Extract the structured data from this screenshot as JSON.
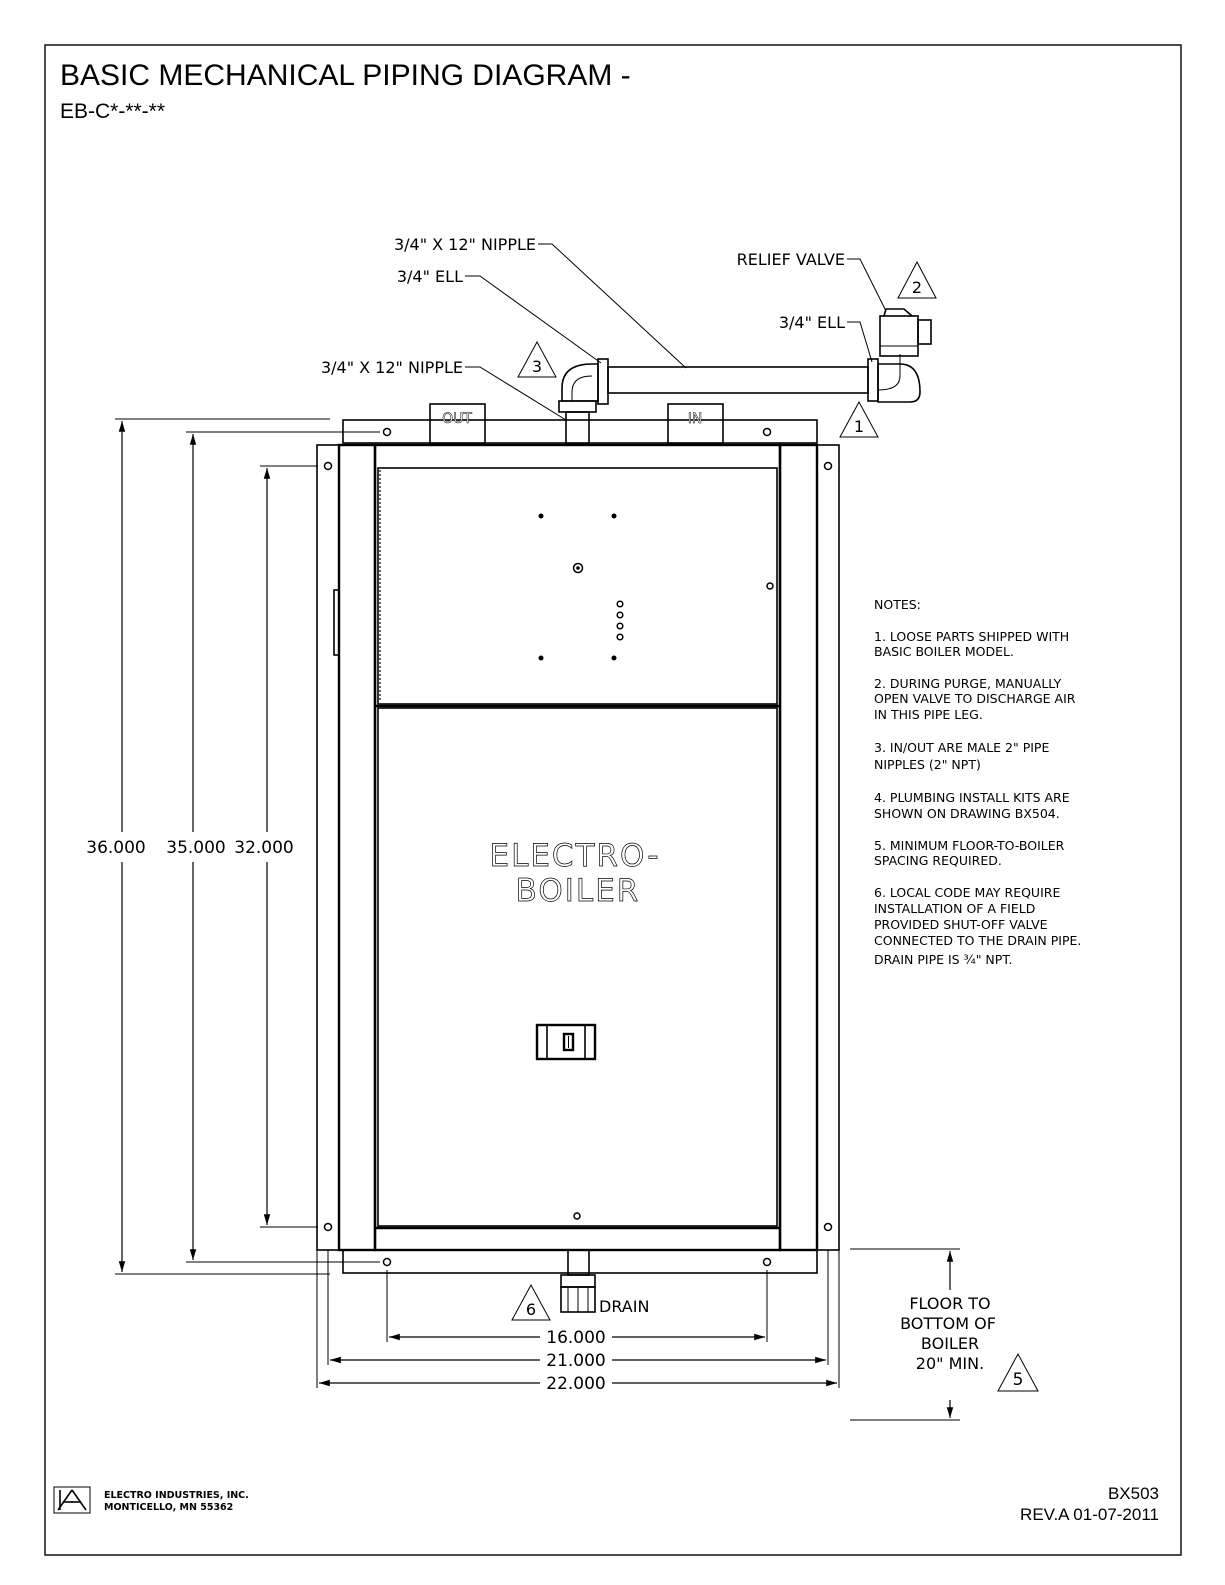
{
  "title": "BASIC MECHANICAL PIPING DIAGRAM -",
  "subtitle": "EB-C*-**-**",
  "callouts": {
    "nipple_top": "3/4\" X 12\" NIPPLE",
    "ell_left": "3/4\" ELL",
    "nipple_vertical": "3/4\" X 12\" NIPPLE",
    "relief_valve": "RELIEF VALVE",
    "ell_right": "3/4\" ELL",
    "drain": "DRAIN"
  },
  "ports": {
    "out": "OUT",
    "in": "IN"
  },
  "boiler_label": [
    "ELECTRO-",
    "BOILER"
  ],
  "note_markers": [
    "1",
    "2",
    "3",
    "5",
    "6"
  ],
  "dimensions": {
    "height_overall": "36.000",
    "height_mid": "35.000",
    "height_inner": "32.000",
    "width_holes": "16.000",
    "width_mid": "21.000",
    "width_overall": "22.000"
  },
  "floor_spacing": [
    "FLOOR TO",
    "BOTTOM OF",
    "BOILER",
    "20\" MIN."
  ],
  "notes": {
    "heading": "NOTES:",
    "items": [
      [
        "1. LOOSE PARTS SHIPPED WITH",
        "BASIC BOILER MODEL."
      ],
      [
        "2. DURING PURGE, MANUALLY",
        "OPEN VALVE TO DISCHARGE AIR",
        "IN THIS PIPE LEG."
      ],
      [
        "3. IN/OUT ARE MALE 2\" PIPE",
        "NIPPLES (2\" NPT)"
      ],
      [
        "4. PLUMBING INSTALL KITS ARE",
        "SHOWN ON DRAWING BX504."
      ],
      [
        "5. MINIMUM FLOOR-TO-BOILER",
        "SPACING REQUIRED."
      ],
      [
        "6. LOCAL CODE MAY REQUIRE",
        "INSTALLATION OF A FIELD",
        "PROVIDED SHUT-OFF VALVE",
        "CONNECTED TO THE DRAIN PIPE.",
        "DRAIN PIPE IS ¾\" NPT."
      ]
    ]
  },
  "company": [
    "ELECTRO INDUSTRIES, INC.",
    "MONTICELLO, MN 55362"
  ],
  "drawing_number": "BX503",
  "revision": "REV.A 01-07-2011"
}
